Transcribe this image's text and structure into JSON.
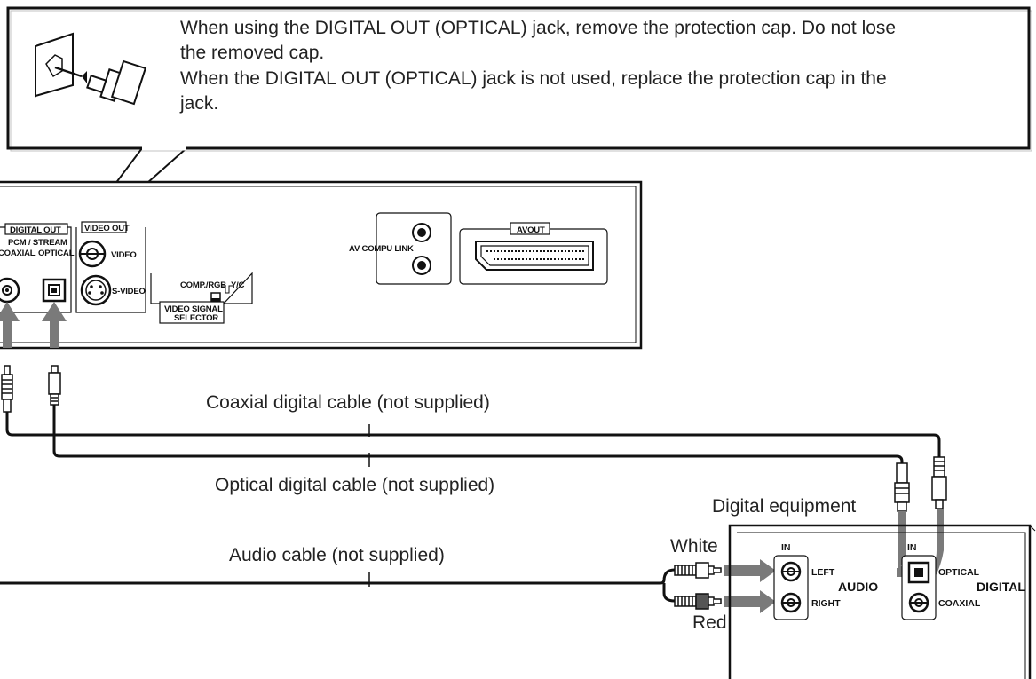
{
  "callout": {
    "lines": [
      "When using the DIGITAL OUT (OPTICAL) jack, remove the protection cap. Do not lose",
      "the removed cap.",
      "When the DIGITAL OUT (OPTICAL) jack is not used, replace the protection cap in the",
      "jack."
    ]
  },
  "player_panel": {
    "digital_out": "DIGITAL  OUT",
    "pcm_stream": "PCM / STREAM",
    "coaxial": "COAXIAL",
    "optical": "OPTICAL",
    "video_out": "VIDEO OUT",
    "video": "VIDEO",
    "s_video": "S-VIDEO",
    "comp_rgb": "COMP./RGB",
    "yc": "Y/C",
    "selector_line1": "VIDEO SIGNAL",
    "selector_line2": "SELECTOR",
    "av_compu_link": "AV COMPU LINK",
    "av_out": "AVOUT"
  },
  "cables": {
    "coaxial": "Coaxial digital cable (not supplied)",
    "optical": "Optical digital cable (not supplied)",
    "audio": "Audio cable (not supplied)"
  },
  "equipment": {
    "label": "Digital equipment",
    "white": "White",
    "red": "Red",
    "in_audio": "IN",
    "left": "LEFT",
    "right": "RIGHT",
    "audio": "AUDIO",
    "in_digital": "IN",
    "optical": "OPTICAL",
    "coaxial": "COAXIAL",
    "digital": "DIGITAL"
  }
}
